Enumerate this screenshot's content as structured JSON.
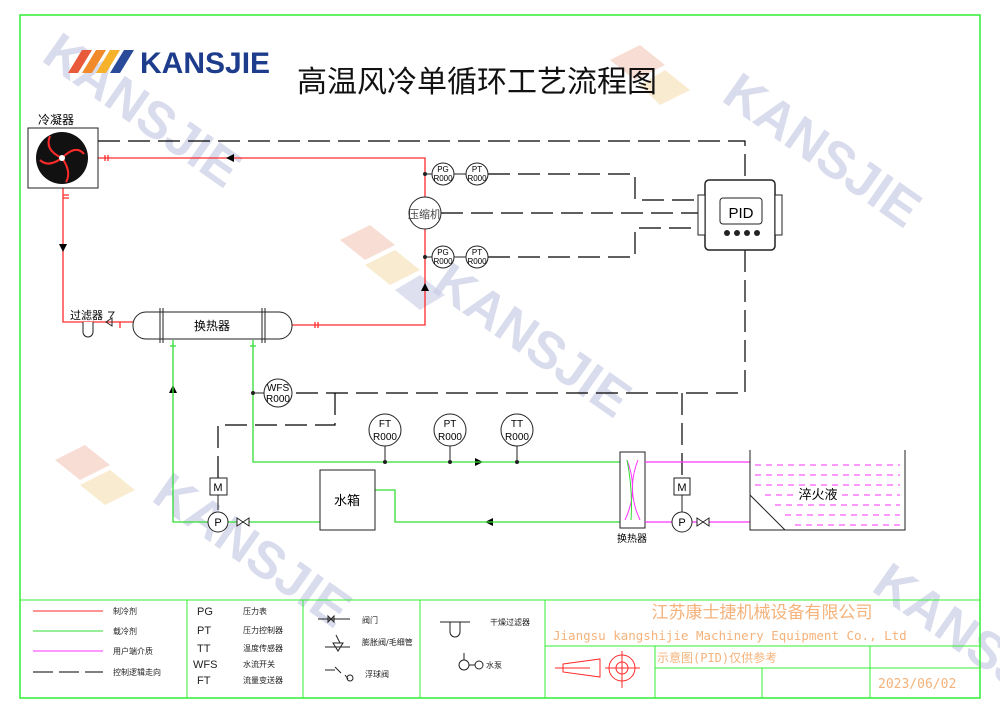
{
  "brand": "KANSJIE",
  "title": "高温风冷单循环工艺流程图",
  "watermark": "KANSJIE",
  "components": {
    "condenser": "冷凝器",
    "compressor": "压缩机",
    "filter": "过滤器",
    "heat_exchanger_1": "换热器",
    "heat_exchanger_2": "换热器",
    "water_tank": "水箱",
    "quench_tank": "淬火液",
    "pid": "PID",
    "motor": "M",
    "pump": "P"
  },
  "instruments": [
    {
      "tag": "PG",
      "value": "R000"
    },
    {
      "tag": "PT",
      "value": "R000"
    },
    {
      "tag": "PG",
      "value": "R000"
    },
    {
      "tag": "PT",
      "value": "R000"
    },
    {
      "tag": "WFS",
      "value": "R000"
    },
    {
      "tag": "FT",
      "value": "R000"
    },
    {
      "tag": "PT",
      "value": "R000"
    },
    {
      "tag": "TT",
      "value": "R000"
    }
  ],
  "legend": {
    "lines": [
      {
        "label": "制冷剂",
        "color": "#ff2a2a"
      },
      {
        "label": "载冷剂",
        "color": "#33dd33"
      },
      {
        "label": "用户端介质",
        "color": "#ff33ff"
      },
      {
        "label": "控制逻辑走向",
        "color": "#000000"
      }
    ],
    "abbr": [
      {
        "code": "PG",
        "desc": "压力表"
      },
      {
        "code": "PT",
        "desc": "压力控制器"
      },
      {
        "code": "TT",
        "desc": "温度传感器"
      },
      {
        "code": "WFS",
        "desc": "水流开关"
      },
      {
        "code": "FT",
        "desc": "流量变送器"
      }
    ],
    "symbols": [
      "阀门",
      "膨胀阀/毛细管",
      "浮球阀",
      "干燥过滤器",
      "水泵"
    ]
  },
  "titleblock": {
    "company_cn": "江苏康士捷机械设备有限公司",
    "company_en": "Jiangsu kangshijie Machinery Equipment Co., Ltd",
    "note": "示意图(PID)仅供参考",
    "date": "2023/06/02"
  },
  "colors": {
    "refrigerant": "#ff2a2a",
    "coolant": "#33dd33",
    "user": "#ff33ff",
    "frame": "#33ee33",
    "title_text": "#f5b27a"
  }
}
